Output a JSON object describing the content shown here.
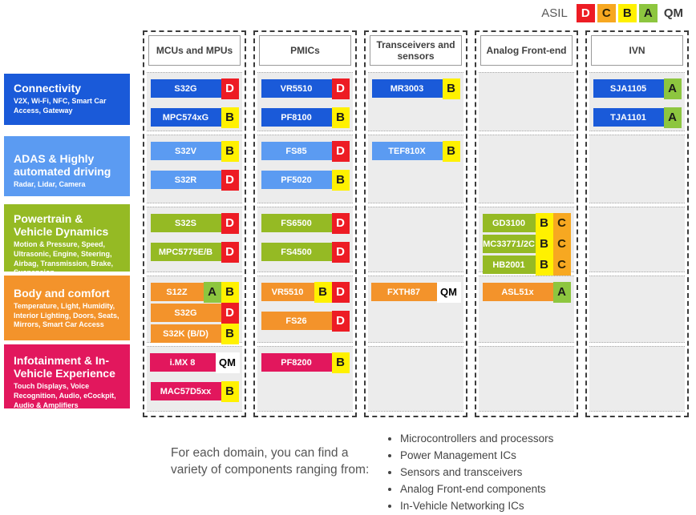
{
  "legend": {
    "label": "ASIL",
    "items": [
      {
        "code": "D"
      },
      {
        "code": "C"
      },
      {
        "code": "B"
      },
      {
        "code": "A"
      }
    ],
    "qm_label": "QM"
  },
  "asil_colors": {
    "D": {
      "bg": "#ed1c24",
      "fg": "#ffffff"
    },
    "C": {
      "bg": "#f7a821",
      "fg": "#2e2304"
    },
    "B": {
      "bg": "#fff100",
      "fg": "#1a1a1a"
    },
    "A": {
      "bg": "#8dc63f",
      "fg": "#1a1a1a"
    },
    "QM": {
      "bg": "#ffffff",
      "fg": "#000000"
    }
  },
  "columns": [
    "MCUs and MPUs",
    "PMICs",
    "Transceivers and sensors",
    "Analog Front-end",
    "IVN"
  ],
  "domains": [
    {
      "name": "Connectivity",
      "subtitle": "V2X, Wi-Fi, NFC, Smart Car Access, Gateway",
      "color": "#1a5ad9",
      "cells": [
        [
          {
            "label": "S32G",
            "badges": [
              "D"
            ]
          },
          {
            "label": "MPC574xG",
            "badges": [
              "B"
            ]
          }
        ],
        [
          {
            "label": "VR5510",
            "badges": [
              "D"
            ]
          },
          {
            "label": "PF8100",
            "badges": [
              "B"
            ]
          }
        ],
        [
          {
            "label": "MR3003",
            "badges": [
              "B"
            ]
          }
        ],
        [],
        [
          {
            "label": "SJA1105",
            "badges": [
              "A"
            ]
          },
          {
            "label": "TJA1101",
            "badges": [
              "A"
            ]
          }
        ]
      ]
    },
    {
      "name": "ADAS & Highly automated driving",
      "subtitle": "Radar, Lidar, Camera",
      "color": "#5b9bf2",
      "cells": [
        [
          {
            "label": "S32V",
            "badges": [
              "B"
            ]
          },
          {
            "label": "S32R",
            "badges": [
              "D"
            ]
          }
        ],
        [
          {
            "label": "FS85",
            "badges": [
              "D"
            ]
          },
          {
            "label": "PF5020",
            "badges": [
              "B"
            ]
          }
        ],
        [
          {
            "label": "TEF810X",
            "badges": [
              "B"
            ]
          }
        ],
        [],
        []
      ]
    },
    {
      "name": "Powertrain & Vehicle Dynamics",
      "subtitle": "Motion & Pressure, Speed, Ultrasonic, Engine, Steering, Airbag, Transmission, Brake, Suspension",
      "color": "#95ba24",
      "cells": [
        [
          {
            "label": "S32S",
            "badges": [
              "D"
            ]
          },
          {
            "label": "MPC5775E/B",
            "badges": [
              "D"
            ]
          }
        ],
        [
          {
            "label": "FS6500",
            "badges": [
              "D"
            ]
          },
          {
            "label": "FS4500",
            "badges": [
              "D"
            ]
          }
        ],
        [],
        [
          {
            "label": "GD3100",
            "badges": [
              "B",
              "C"
            ]
          },
          {
            "label": "MC33771/2C",
            "badges": [
              "B",
              "C"
            ]
          },
          {
            "label": "HB2001",
            "badges": [
              "B",
              "C"
            ]
          }
        ],
        []
      ]
    },
    {
      "name": "Body and comfort",
      "subtitle": "Temperature, Light, Humidity, Interior Lighting, Doors, Seats, Mirrors, Smart Car Access",
      "color": "#f3932b",
      "cells": [
        [
          {
            "label": "S12Z",
            "badges": [
              "A",
              "B"
            ]
          },
          {
            "label": "S32G",
            "badges": [
              "D"
            ]
          },
          {
            "label": "S32K (B/D)",
            "badges": [
              "B"
            ]
          }
        ],
        [
          {
            "label": "VR5510",
            "badges": [
              "B",
              "D"
            ]
          },
          {
            "label": "FS26",
            "badges": [
              "D"
            ]
          }
        ],
        [
          {
            "label": "FXTH87",
            "badges": [
              "QM"
            ]
          }
        ],
        [
          {
            "label": "ASL51x",
            "badges": [
              "A"
            ]
          }
        ],
        []
      ]
    },
    {
      "name": "Infotainment & In-Vehicle Experience",
      "subtitle": "Touch Displays, Voice Recognition, Audio, eCockpit, Audio & Amplifiers",
      "color": "#e2175d",
      "cells": [
        [
          {
            "label": "i.MX 8",
            "badges": [
              "QM"
            ]
          },
          {
            "label": "MAC57D5xx",
            "badges": [
              "B"
            ]
          }
        ],
        [
          {
            "label": "PF8200",
            "badges": [
              "B"
            ]
          }
        ],
        [],
        [],
        []
      ]
    }
  ],
  "footer": {
    "intro": "For each domain, you can find a variety of components ranging from:",
    "bullets": [
      "Microcontrollers and processors",
      "Power Management ICs",
      "Sensors and transceivers",
      "Analog Front-end components",
      "In-Vehicle Networking ICs"
    ]
  }
}
